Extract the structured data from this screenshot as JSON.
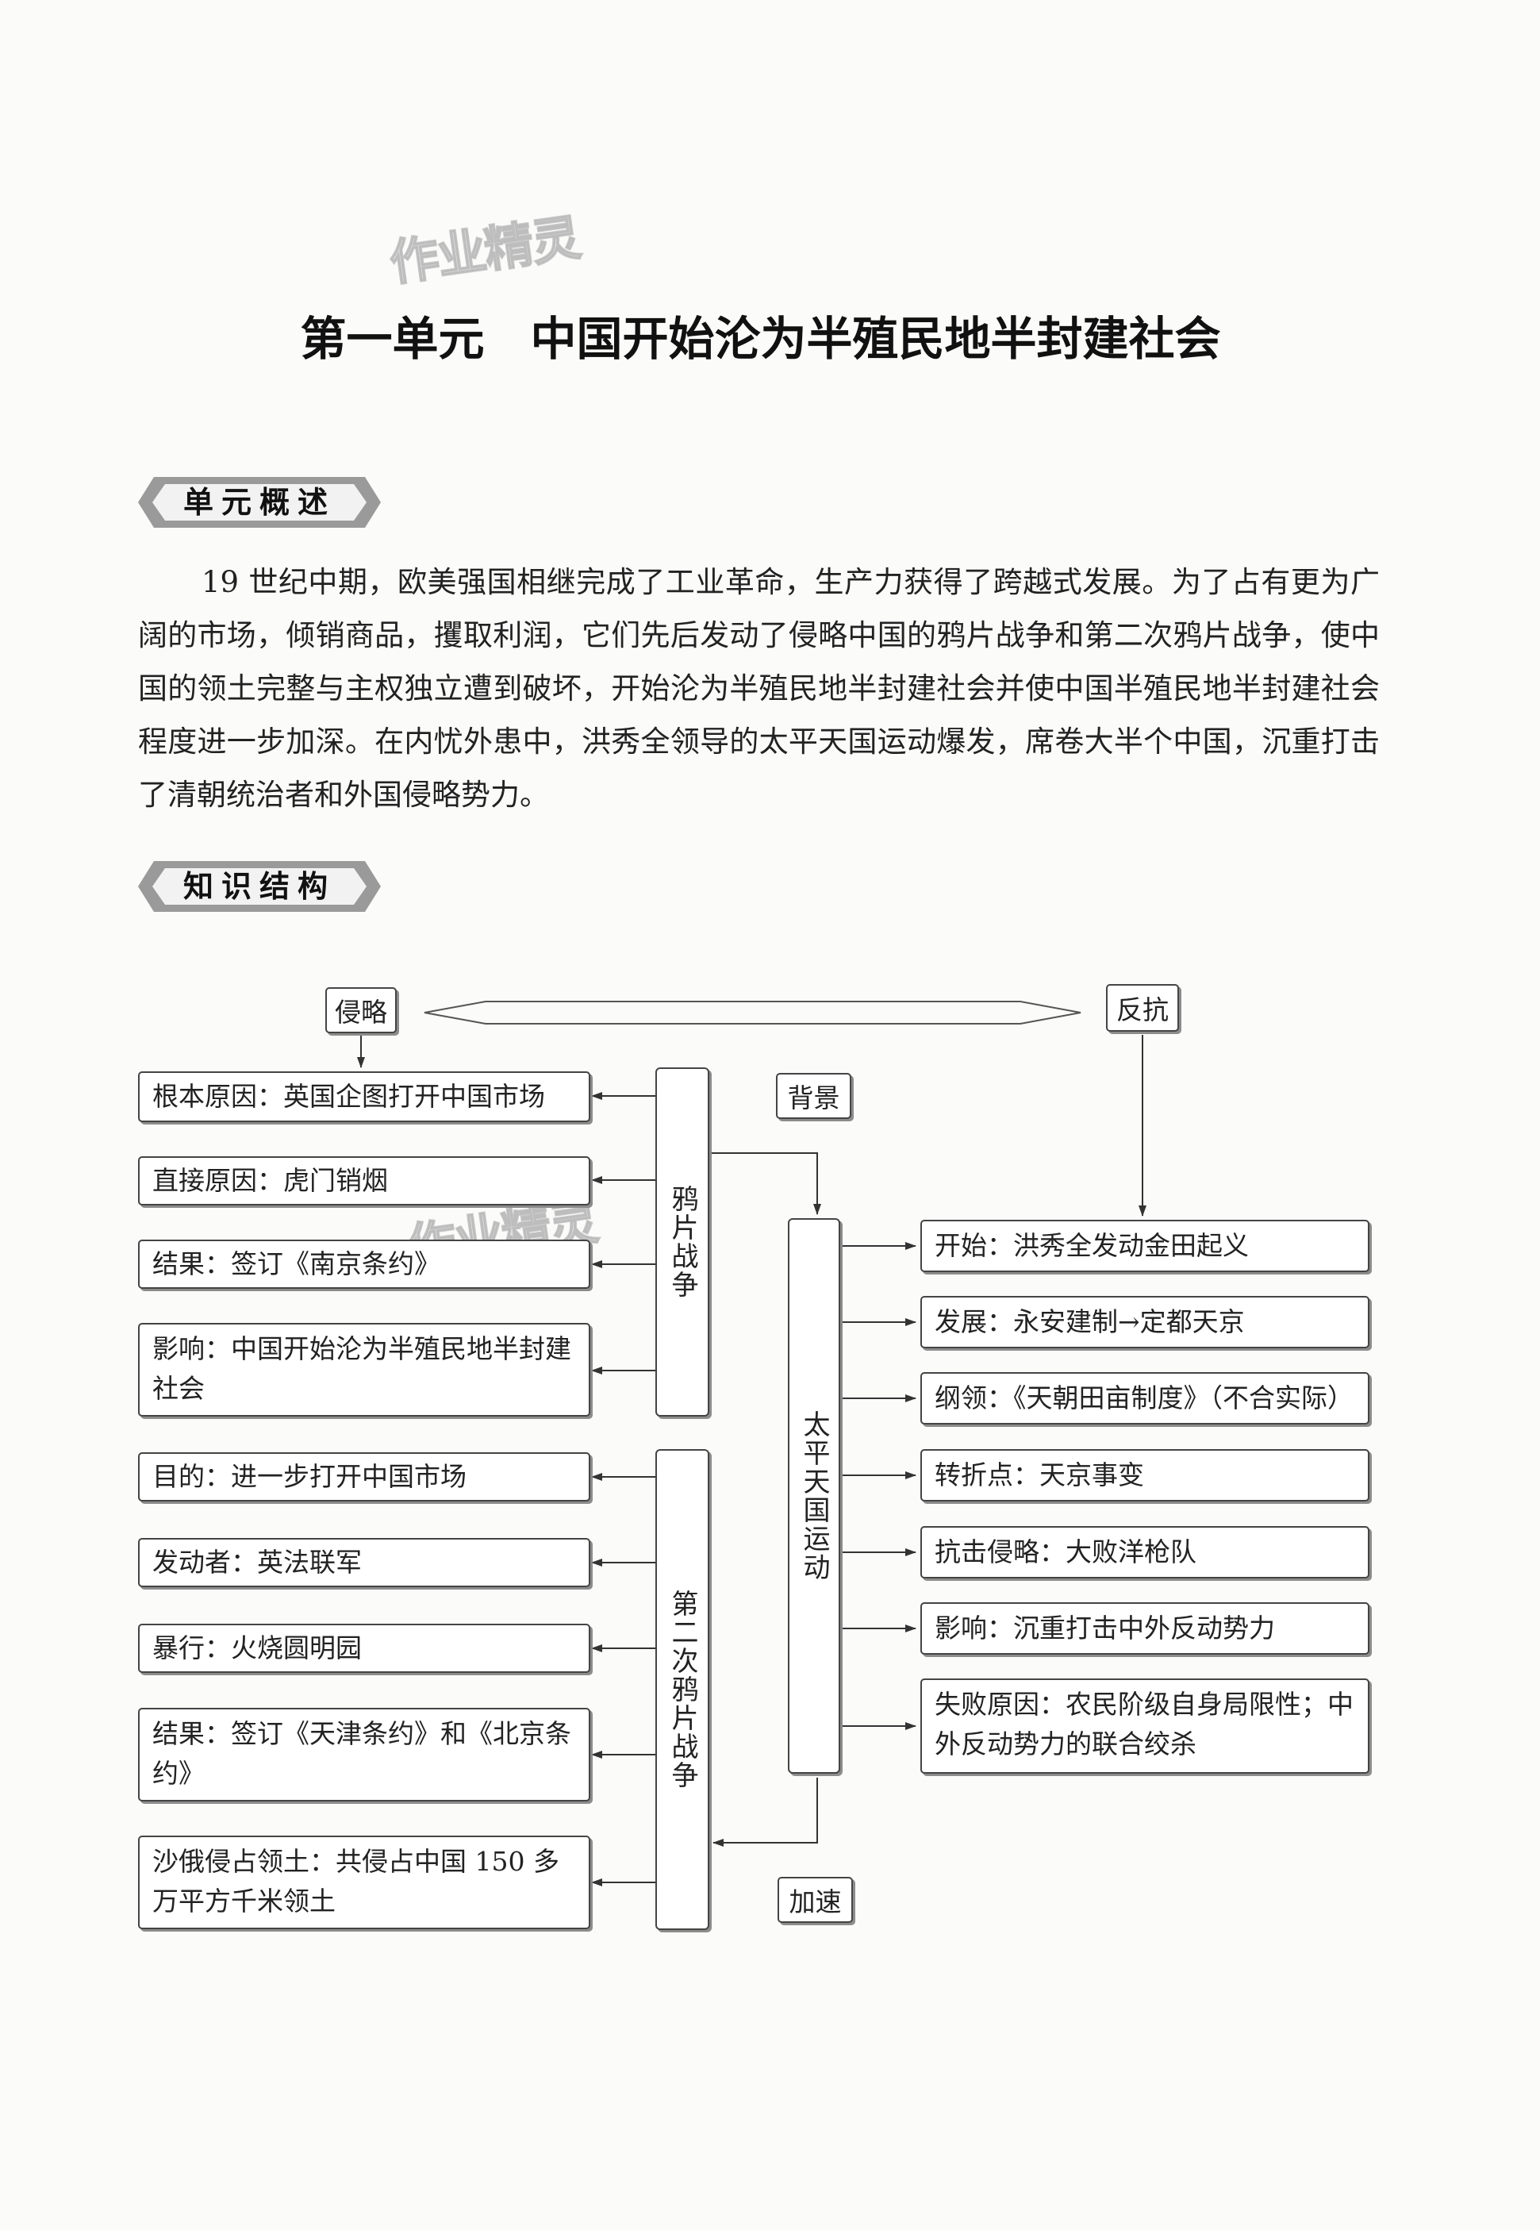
{
  "title": "第一单元　中国开始沦为半殖民地半封建社会",
  "watermark": "作业精灵",
  "overview": {
    "heading": "单元概述",
    "text": "19 世纪中期，欧美强国相继完成了工业革命，生产力获得了跨越式发展。为了占有更为广阔的市场，倾销商品，攫取利润，它们先后发动了侵略中国的鸦片战争和第二次鸦片战争，使中国的领土完整与主权独立遭到破坏，开始沦为半殖民地半封建社会并使中国半殖民地半封建社会程度进一步加深。在内忧外患中，洪秀全领导的太平天国运动爆发，席卷大半个中国，沉重打击了清朝统治者和外国侵略势力。"
  },
  "structure": {
    "heading": "知识结构",
    "top_left": "侵略",
    "top_right": "反抗",
    "bg_label": "背景",
    "accel_label": "加速",
    "opium_war": {
      "name": "鸦片战争",
      "items": [
        "根本原因：英国企图打开中国市场",
        "直接原因：虎门销烟",
        "结果：签订《南京条约》",
        "影响：中国开始沦为半殖民地半封建社会"
      ]
    },
    "second_opium_war": {
      "name": "第二次鸦片战争",
      "items": [
        "目的：进一步打开中国市场",
        "发动者：英法联军",
        "暴行：火烧圆明园",
        "结果：签订《天津条约》和《北京条约》",
        "沙俄侵占领土：共侵占中国 150 多万平方千米领土"
      ]
    },
    "taiping": {
      "name": "太平天国运动",
      "items": [
        "开始：洪秀全发动金田起义",
        "发展：永安建制→定都天京",
        "纲领：《天朝田亩制度》（不合实际）",
        "转折点：天京事变",
        "抗击侵略：大败洋枪队",
        "影响：沉重打击中外反动势力",
        "失败原因：农民阶级自身局限性；中外反动势力的联合绞杀"
      ]
    }
  }
}
